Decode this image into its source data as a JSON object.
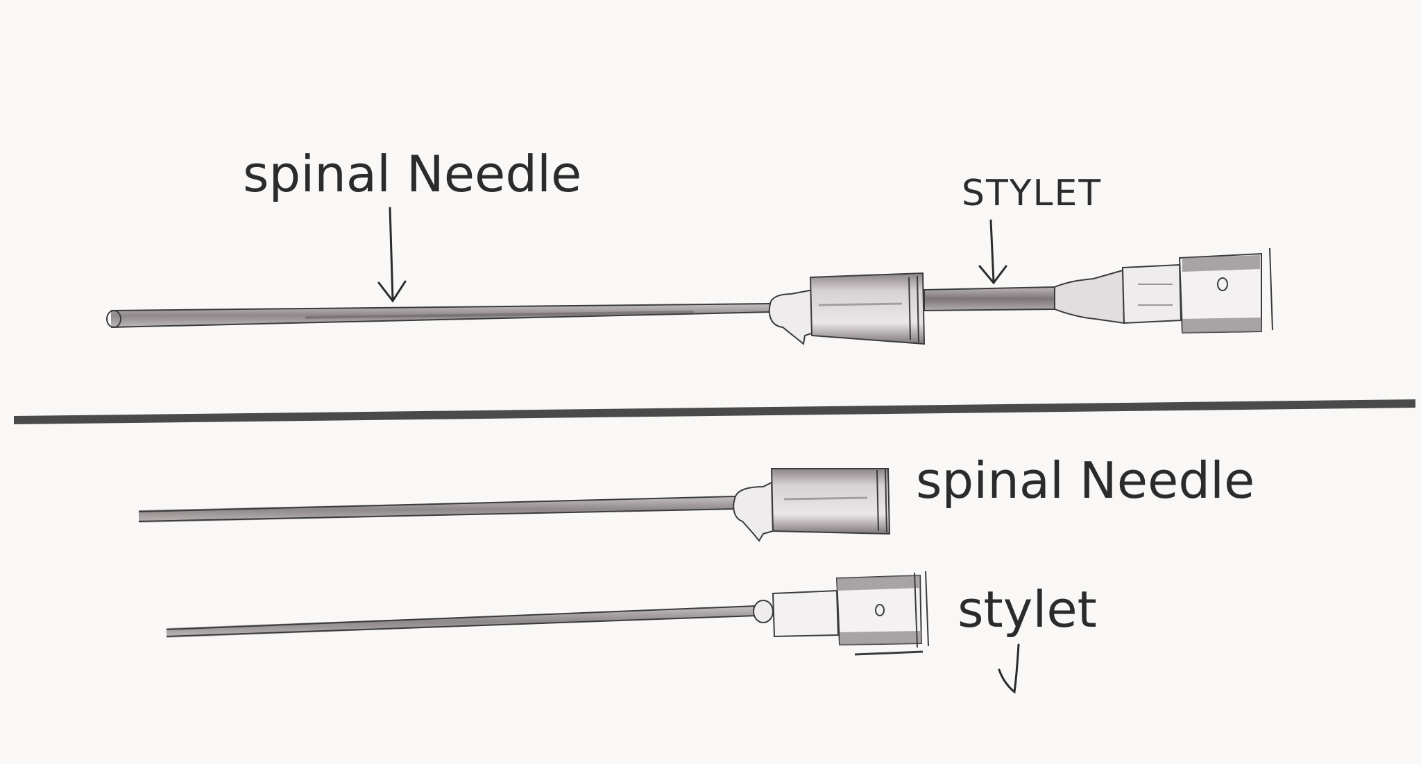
{
  "assembled": {
    "needle_label": "spinal Needle",
    "stylet_label": "STYLET"
  },
  "separated": {
    "needle_label": "spinal Needle",
    "stylet_label": "stylet"
  },
  "colors": {
    "paper": "#f9f8f7",
    "pencil": "#3a3a3a",
    "shading": "#8a8486",
    "divider": "#4a4a4a"
  }
}
